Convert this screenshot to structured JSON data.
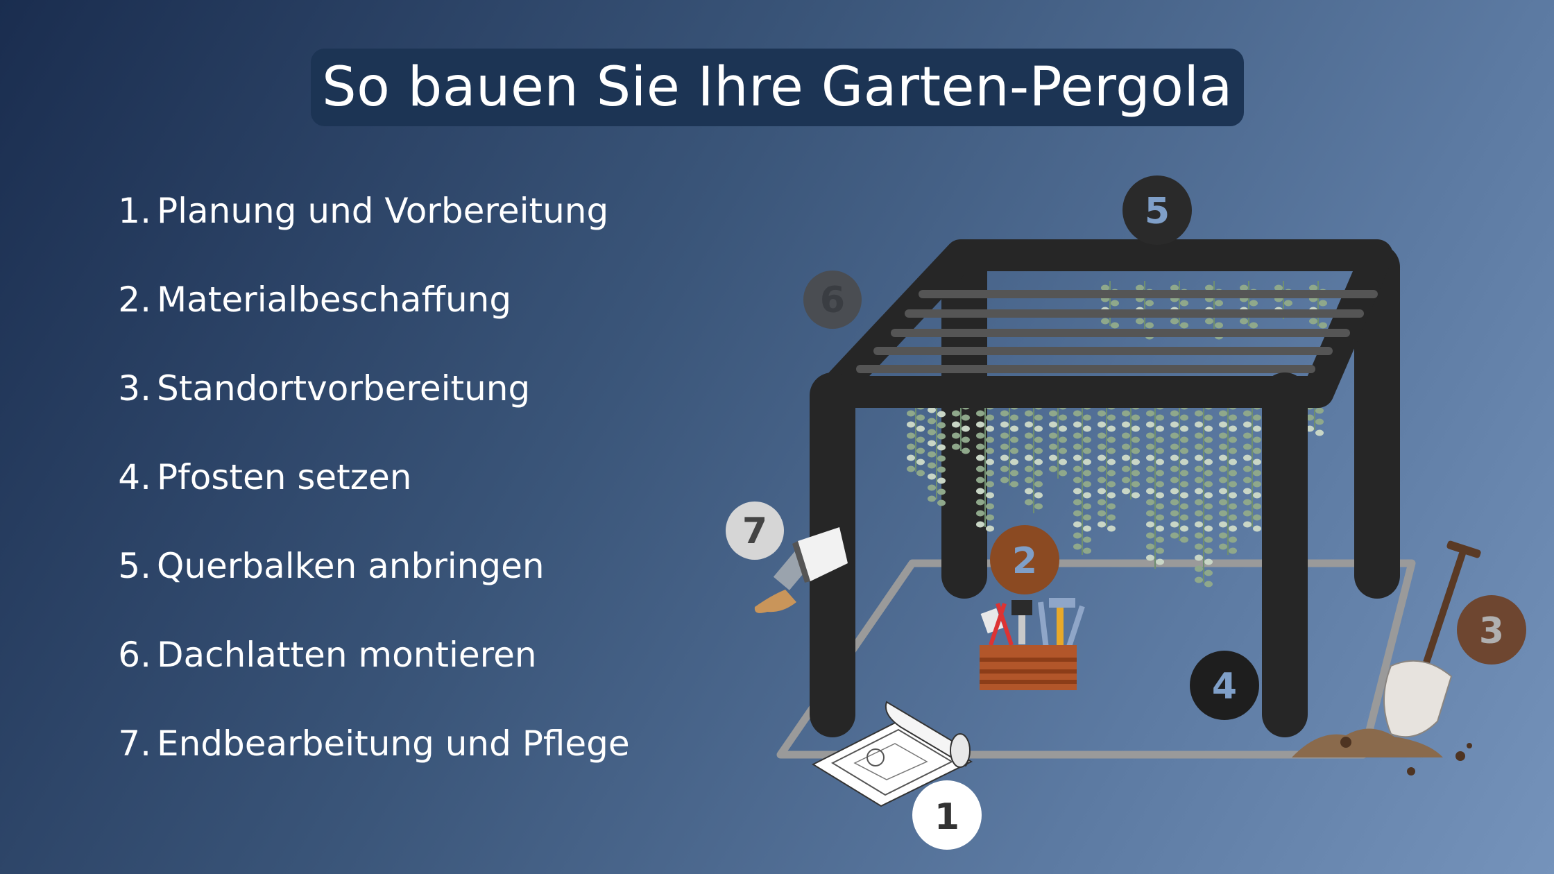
{
  "title": "So bauen Sie Ihre Garten-Pergola",
  "steps": [
    {
      "num": "1.",
      "label": "Planung und Vorbereitung"
    },
    {
      "num": "2.",
      "label": "Materialbeschaffung"
    },
    {
      "num": "3.",
      "label": "Standortvorbereitung"
    },
    {
      "num": "4.",
      "label": "Pfosten setzen"
    },
    {
      "num": "5.",
      "label": "Querbalken anbringen"
    },
    {
      "num": "6.",
      "label": "Dachlatten montieren"
    },
    {
      "num": "7.",
      "label": "Endbearbeitung und Pflege"
    }
  ],
  "badges": {
    "b1": "1",
    "b2": "2",
    "b3": "3",
    "b4": "4",
    "b5": "5",
    "b6": "6",
    "b7": "7"
  },
  "colors": {
    "background_dark": "#1a2d4f",
    "background_light": "#7593bb",
    "title_box": "#1c3454",
    "pergola_frame": "#262626",
    "badge_1": "#ffffff",
    "badge_2": "#8b4a22",
    "badge_3": "#6e4630",
    "badge_4": "#1e1e1e",
    "badge_5": "#2a2a2a",
    "badge_6": "#4a4d52",
    "badge_7": "#d6d6d6"
  },
  "icons": [
    "blueprint-icon",
    "toolbox-icon",
    "shovel-icon",
    "paintbrush-icon",
    "hanging-plants-icon"
  ]
}
